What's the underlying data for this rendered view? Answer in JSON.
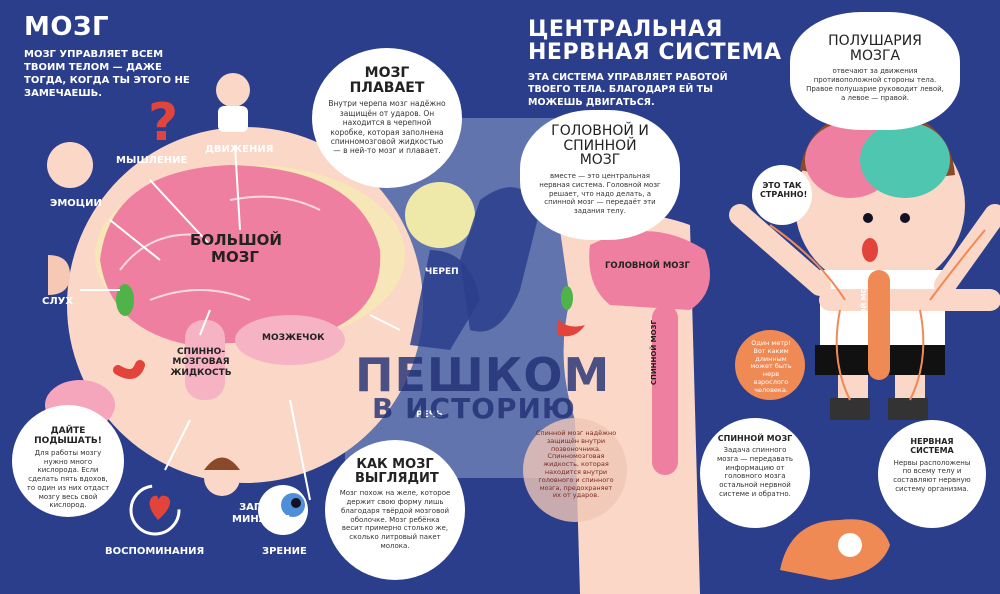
{
  "left": {
    "title": "МОЗГ",
    "intro": "МОЗГ УПРАВЛЯЕТ ВСЕМ ТВОИМ ТЕЛОМ — ДАЖЕ ТОГДА, КОГДА ТЫ ЭТОГО НЕ ЗАМЕЧАЕШЬ.",
    "labels": {
      "thinking": "МЫШЛЕНИЕ",
      "movement": "ДВИЖЕНИЯ",
      "emotions": "ЭМОЦИИ",
      "hearing": "СЛУХ",
      "big_brain": "БОЛЬШОЙ МОЗГ",
      "cerebellum": "МОЗЖЕЧОК",
      "csf": "СПИННО-МОЗГОВАЯ ЖИДКОСТЬ",
      "memorize": "ЗАПО-МИНАНИЕ",
      "memories": "ВОСПОМИНАНИЯ",
      "vision": "ЗРЕНИЕ",
      "skull": "ЧЕРЕП",
      "speech": "РЕЧЬ"
    },
    "floats": {
      "title": "МОЗГ ПЛАВАЕТ",
      "text": "Внутри черепа мозг надёжно защищён от ударов. Он находится в черепной коробке, которая заполнена спинномозговой жидкостью — в ней-то мозг и плавает."
    },
    "breathe": {
      "title": "ДАЙТЕ ПОДЫШАТЬ!",
      "text": "Для работы мозгу нужно много кислорода. Если сделать пять вдохов, то один из них отдаст мозгу весь свой кислород."
    },
    "looks": {
      "title": "КАК МОЗГ ВЫГЛЯДИТ",
      "text": "Мозг похож на желе, которое держит свою форму лишь благодаря твёрдой мозговой оболочке. Мозг ребёнка весит примерно столько же, сколько литровый пакет молока."
    }
  },
  "right": {
    "title": "ЦЕНТРАЛЬНАЯ НЕРВНАЯ СИСТЕМА",
    "intro": "ЭТА СИСТЕМА УПРАВЛЯЕТ РАБОТОЙ ТВОЕГО ТЕЛА. БЛАГОДАРЯ ЕЙ ТЫ МОЖЕШЬ ДВИГАТЬСЯ.",
    "head_spine": {
      "title": "ГОЛОВНОЙ И СПИННОЙ МОЗГ",
      "text": "вместе — это центральная нервная система. Головной мозг решает, что надо делать, а спинной мозг — передаёт эти задания телу."
    },
    "hemispheres": {
      "title": "ПОЛУШАРИЯ МОЗГА",
      "text": "отвечают за движения противоположной стороны тела. Правое полушарие руководит левой, а левое — правой."
    },
    "strange": "ЭТО ТАК СТРАННО!",
    "brain_label": "ГОЛОВНОЙ МОЗГ",
    "spinal_label": "СПИННОЙ МОЗГ",
    "spinal_label2": "СПИННОЙ МОЗГ",
    "meter": "Один метр! Вот каким длинным может быть нерв взрослого человека.",
    "protected": "Спинной мозг надёжно защищён внутри позвоночника. Спинномозговая жидкость, которая находится внутри головного и спинного мозга, предохраняет их от ударов.",
    "spinal": {
      "title": "СПИННОЙ МОЗГ",
      "text": "Задача спинного мозга — передавать информацию от головного мозга остальной нервной системе и обратно."
    },
    "nervous": {
      "title": "НЕРВНАЯ СИСТЕМА",
      "text": "Нервы расположены по всему телу и составляют нервную систему организма."
    }
  },
  "watermark": {
    "line1": "ПЕШКОМ",
    "line2": "В ИСТОРИЮ"
  },
  "colors": {
    "background": "#2b3e8c",
    "brain_pink": "#ef7fa0",
    "head_skin": "#fbd7c7",
    "nerve_orange": "#f08a55",
    "hair_brown": "#8a4a2a"
  }
}
